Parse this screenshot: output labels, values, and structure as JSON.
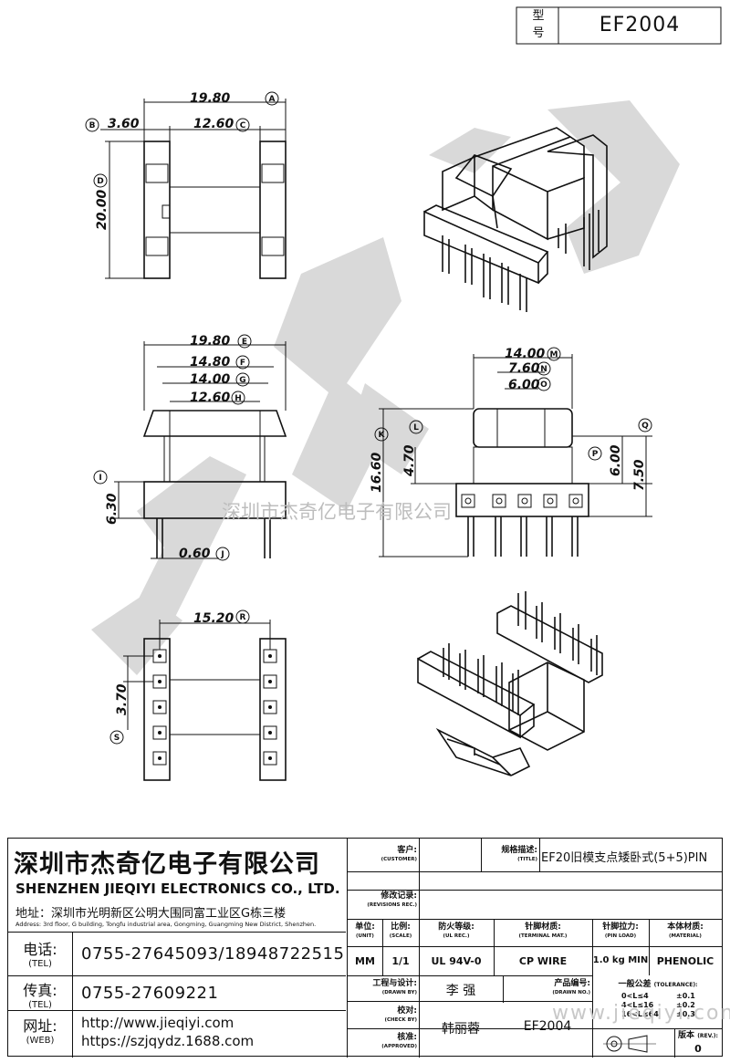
{
  "model_box": {
    "label_line1": "型",
    "label_line2": "号",
    "value": "EF2004"
  },
  "dimensions": {
    "top_view": {
      "a": "19.80",
      "b": "3.60",
      "c": "12.60",
      "d": "20.00"
    },
    "front_view": {
      "e": "19.80",
      "f": "14.80",
      "g": "14.00",
      "h": "12.60",
      "i": "6.30",
      "j": "0.60"
    },
    "side_view": {
      "m": "14.00",
      "n": "7.60",
      "o": "6.00",
      "k": "16.60",
      "l": "4.70",
      "p": "6.00",
      "q": "7.50"
    },
    "bottom_view": {
      "r": "15.20",
      "s": "3.70"
    }
  },
  "markers": [
    "A",
    "B",
    "C",
    "D",
    "E",
    "F",
    "G",
    "H",
    "I",
    "J",
    "K",
    "L",
    "M",
    "N",
    "O",
    "P",
    "Q",
    "R",
    "S"
  ],
  "watermark": {
    "center_text": "深圳市杰奇亿电子有限公司",
    "url_text": "www.jieqiyi.com"
  },
  "company": {
    "name_cn": "深圳市杰奇亿电子有限公司",
    "name_en": "SHENZHEN JIEQIYI ELECTRONICS CO., LTD.",
    "address_label": "地址：",
    "address_cn": "深圳市光明新区公明大围同富工业区G栋三楼",
    "address_en": "Address: 3rd floor, G building, Tongfu industrial area, Gongming, Guangming New District, Shenzhen.",
    "tel_label": "电话:",
    "tel_label_en": "(TEL)",
    "tel": "0755-27645093/18948722515",
    "fax_label": "传真:",
    "fax_label_en": "(TEL)",
    "fax": "0755-27609221",
    "web_label": "网址:",
    "web_label_en": "(WEB)",
    "web1": "http://www.jieqiyi.com",
    "web2": "https://szjqydz.1688.com"
  },
  "title_block": {
    "customer_label": "客户:",
    "customer_label_en": "(CUSTOMER)",
    "customer": "",
    "title_label": "规格描述:",
    "title_label_en": "(TITLE)",
    "title": "EF20旧模支点矮卧式(5+5)PIN",
    "revision_label": "修改记录:",
    "revision_label_en": "(REVISIONS REC.)",
    "unit_label": "单位:",
    "unit_label_en": "(UNIT)",
    "unit": "MM",
    "scale_label": "比例:",
    "scale_label_en": "(SCALE)",
    "scale": "1/1",
    "ul_label": "防火等级:",
    "ul_label_en": "(UL REC.)",
    "ul": "UL 94V-0",
    "terminal_label": "针脚材质:",
    "terminal_label_en": "(TERMINAL MAT.)",
    "terminal": "CP WIRE",
    "pinload_label": "针脚拉力:",
    "pinload_label_en": "(PIN LOAD)",
    "pinload": "1.0 kg MIN",
    "material_label": "本体材质:",
    "material_label_en": "(MATERIAL)",
    "material": "PHENOLIC",
    "drawn_label": "工程与设计:",
    "drawn_label_en": "(DRAWN BY)",
    "drawn": "李  强",
    "drawn_no_label": "产品编号:",
    "drawn_no_label_en": "(DRAWN NO.)",
    "check_label": "校对:",
    "check_label_en": "(CHECK BY)",
    "check": "韩丽蓉",
    "approved_label": "核准:",
    "approved_label_en": "(APPROVED)",
    "drawing_no": "EF2004",
    "tolerance_label": "一般公差",
    "tolerance_label_en": "(TOLERANCE):",
    "tol1_range": "0<L≤4",
    "tol1_value": "±0.1",
    "tol2_range": "4<L≤16",
    "tol2_value": "±0.2",
    "tol3_range": "16<L≤64",
    "tol3_value": "±0.3",
    "rev_label": "版本",
    "rev_label_en": "(REV.):",
    "rev": "0"
  }
}
